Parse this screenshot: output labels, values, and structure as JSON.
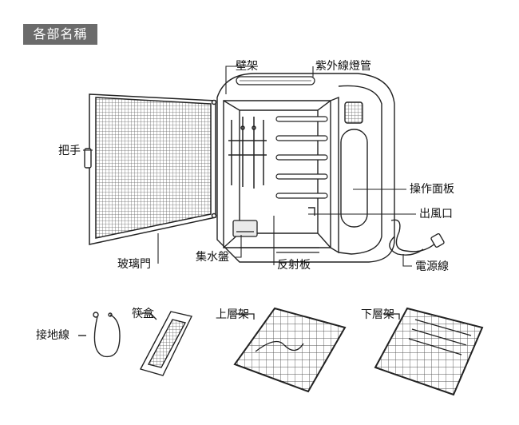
{
  "header": {
    "title": "各部名稱"
  },
  "labels": {
    "rack_wall": "壁架",
    "uv_lamp": "紫外線燈管",
    "handle": "把手",
    "control_panel": "操作面板",
    "air_outlet": "出風口",
    "glass_door": "玻璃門",
    "drip_tray": "集水盤",
    "reflector": "反射板",
    "power_cord": "電源線",
    "ground_wire": "接地線",
    "chopstick_box": "筷盒",
    "upper_rack": "上層架",
    "lower_rack": "下層架"
  }
}
